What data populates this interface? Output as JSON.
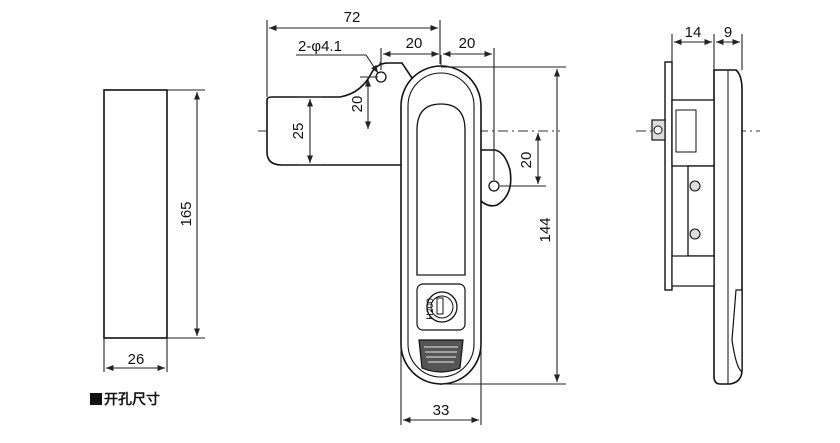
{
  "labels": {
    "dim_72": "72",
    "dim_hole": "2-φ4.1",
    "dim_20_top_left": "20",
    "dim_20_top_right": "20",
    "dim_20_vertical": "20",
    "dim_25": "25",
    "dim_20_right": "20",
    "dim_144": "144",
    "dim_33": "33",
    "dim_165": "165",
    "dim_26": "26",
    "dim_14": "14",
    "dim_9": "9",
    "model_text": "H200",
    "legend_text": "开孔尺寸"
  }
}
